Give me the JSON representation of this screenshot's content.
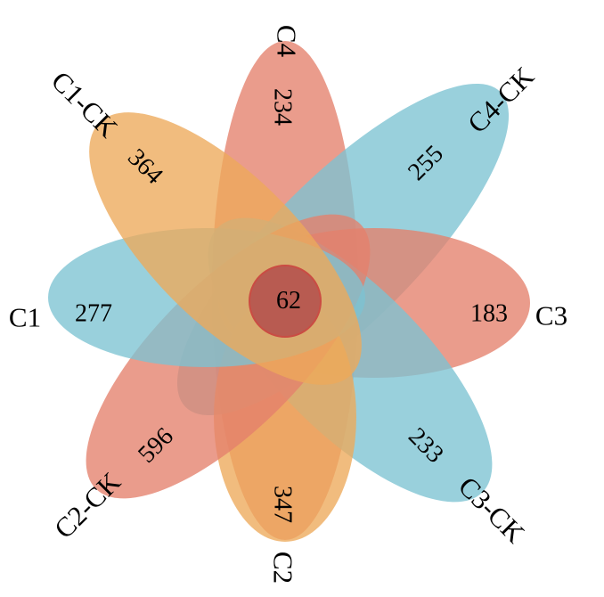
{
  "diagram": {
    "type": "flower-venn",
    "colors": {
      "orange": "#EDA95A",
      "red": "#E4806B",
      "blue": "#7CC3D2",
      "core": "#B5534E",
      "core_stroke": "#C9423F"
    },
    "sets": [
      {
        "id": "c4",
        "name": "C4",
        "unique": "234",
        "color": "red"
      },
      {
        "id": "c4ck",
        "name": "C4-CK",
        "unique": "255",
        "color": "blue"
      },
      {
        "id": "c3",
        "name": "C3",
        "unique": "183",
        "color": "red"
      },
      {
        "id": "c3ck",
        "name": "C3-CK",
        "unique": "233",
        "color": "blue"
      },
      {
        "id": "c2",
        "name": "C2",
        "unique": "347",
        "color": "orange"
      },
      {
        "id": "c2ck",
        "name": "C2-CK",
        "unique": "596",
        "color": "red"
      },
      {
        "id": "c1",
        "name": "C1",
        "unique": "277",
        "color": "blue"
      },
      {
        "id": "c1ck",
        "name": "C1-CK",
        "unique": "364",
        "color": "orange"
      }
    ],
    "core": {
      "value": "62"
    }
  }
}
